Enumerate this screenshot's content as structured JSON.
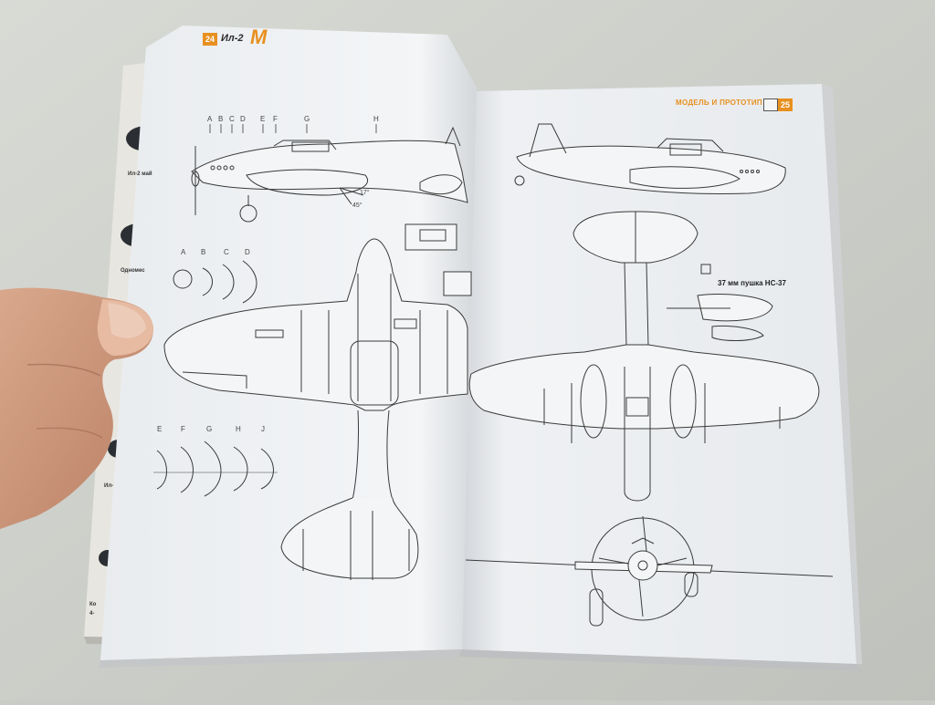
{
  "left_page": {
    "page_number": "24",
    "running_title": "Ил-2",
    "logo_letter": "M",
    "wing_section_letters_top": [
      "A",
      "B",
      "C",
      "D"
    ],
    "wing_section_letters_bottom": [
      "E",
      "F",
      "G",
      "H",
      "J"
    ],
    "side_view_station_letters": [
      "A",
      "B",
      "C",
      "D",
      "E",
      "F",
      "G",
      "H"
    ],
    "side_view_angles": [
      "17°",
      "45°"
    ]
  },
  "right_page": {
    "page_number": "25",
    "running_title": "МОДЕЛЬ И ПРОТОТИП",
    "gun_caption": "37 мм пушка НС-37"
  },
  "back_book": {
    "fragments": [
      "Ил-2 май",
      "Одномес",
      "Ил-",
      "Ко",
      "4-"
    ]
  },
  "colors": {
    "accent": "#e8901f",
    "page": "#f1f3f5",
    "background": "#c9cbc6",
    "line": "#3a3a3a"
  }
}
